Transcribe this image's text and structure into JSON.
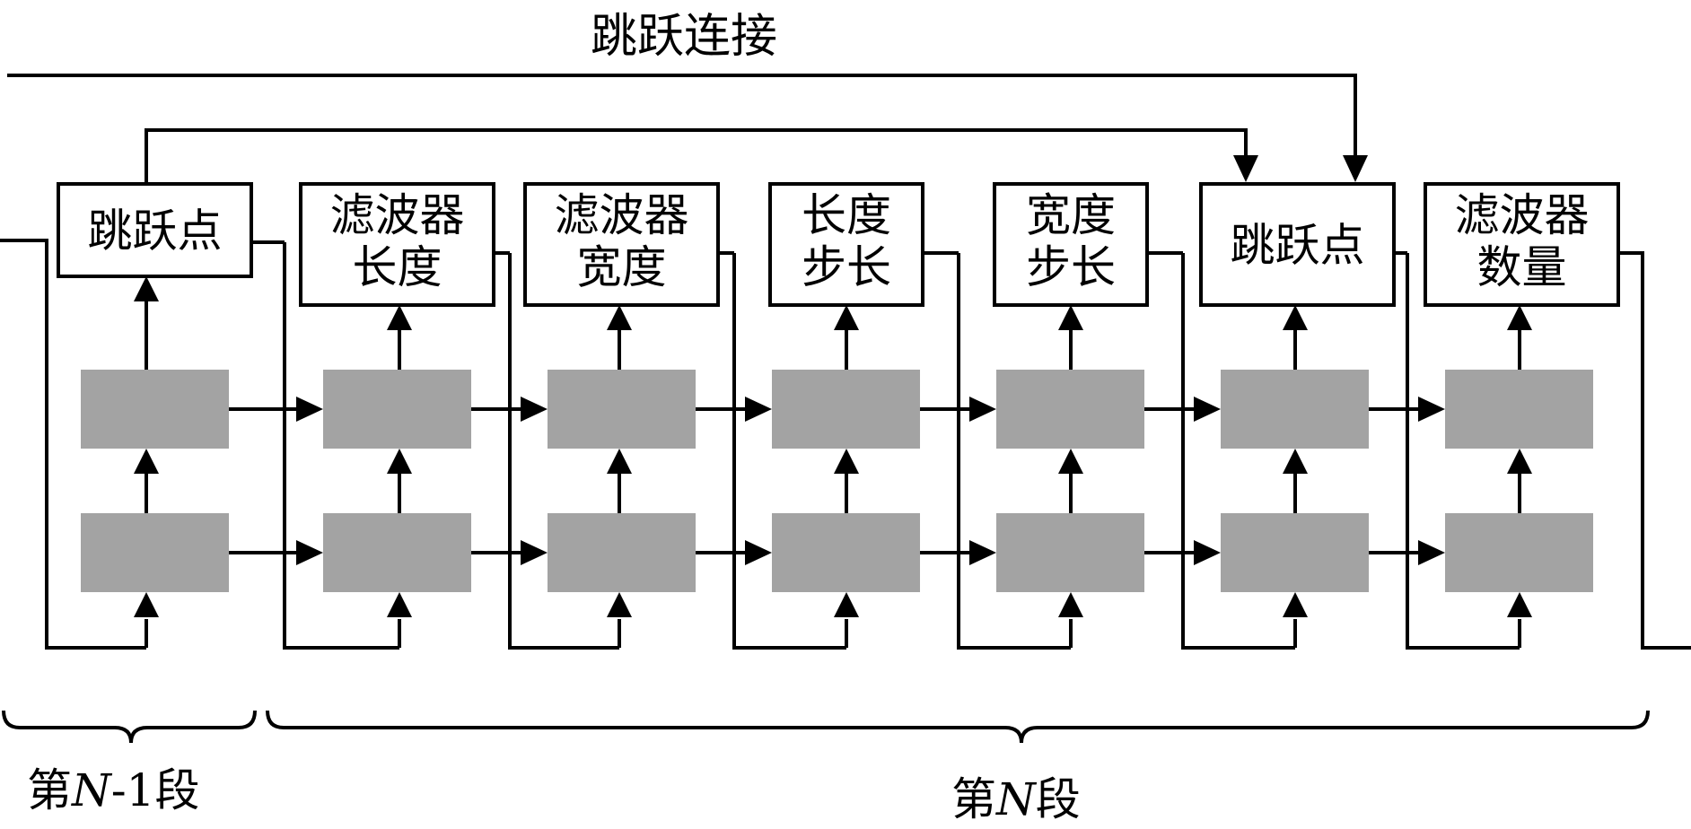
{
  "skip_connection_label": "跳跃连接",
  "stage_prev_label": {
    "pre": "第",
    "var": "N",
    "post": "-1段"
  },
  "stage_n_label": {
    "pre": "第",
    "var": "N",
    "post": "段"
  },
  "blocks": [
    {
      "id": "skip-point-1",
      "lines": [
        "跳跃点"
      ]
    },
    {
      "id": "filter-length",
      "lines": [
        "滤波器",
        "长度"
      ]
    },
    {
      "id": "filter-width",
      "lines": [
        "滤波器",
        "宽度"
      ]
    },
    {
      "id": "length-stride",
      "lines": [
        "长度",
        "步长"
      ]
    },
    {
      "id": "width-stride",
      "lines": [
        "宽度",
        "步长"
      ]
    },
    {
      "id": "skip-point-2",
      "lines": [
        "跳跃点"
      ]
    },
    {
      "id": "filter-count",
      "lines": [
        "滤波器",
        "数量"
      ]
    }
  ],
  "colors": {
    "line": "#000000",
    "cell_fill": "#a3a3a3",
    "background": "#ffffff"
  }
}
